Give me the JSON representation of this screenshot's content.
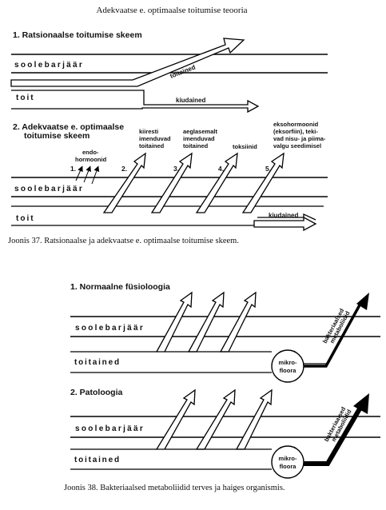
{
  "title": "Adekvaatse e. optimaalse toitumise teooria",
  "fig37": {
    "heading1": "1. Ratsionaalse toitumise skeem",
    "barrier": "soolebarjäär",
    "food": "toit",
    "nutrients": "toitained",
    "fibers": "kiudained",
    "heading2_line1": "2. Adekvaatse e. optimaalse",
    "heading2_line2": "toitumise skeem",
    "endo_line1": "endo-",
    "endo_line2": "hormoonid",
    "n1": "1.",
    "n2": "2.",
    "n3": "3.",
    "n4": "4.",
    "n5": "5.",
    "fast_line1": "kiiresti",
    "fast_line2": "imenduvad",
    "fast_line3": "toitained",
    "slow_line1": "aeglasemalt",
    "slow_line2": "imenduvad",
    "slow_line3": "toitained",
    "toxins": "toksiinid",
    "exo_line1": "eksohormoonid",
    "exo_line2": "(eksorfiin), teki-",
    "exo_line3": "vad nisu- ja piima-",
    "exo_line4": "valgu seedimisel",
    "barrier2": "soolebarjäär",
    "food2": "toit",
    "fibers2": "kiudained",
    "caption": "Joonis 37. Ratsionaalse ja adekvaatse e. optimaalse toitumise skeem."
  },
  "fig38": {
    "heading1": "1. Normaalne füsioloogia",
    "barrier": "soolebarjäär",
    "nutrients": "toitained",
    "micro_line1": "mikro-",
    "micro_line2": "floora",
    "metab_line1": "bakteriaalsed",
    "metab_line2": "metaboliidid",
    "heading2": "2. Patoloogia",
    "barrier2": "soolebarjäär",
    "nutrients2": "toitained",
    "micro2_line1": "mikro-",
    "micro2_line2": "floora",
    "metab2_line1": "bakteriaalsed",
    "metab2_line2": "metaboliidid",
    "caption": "Joonis 38. Bakteriaalsed metaboliidid terves ja haiges organismis."
  }
}
